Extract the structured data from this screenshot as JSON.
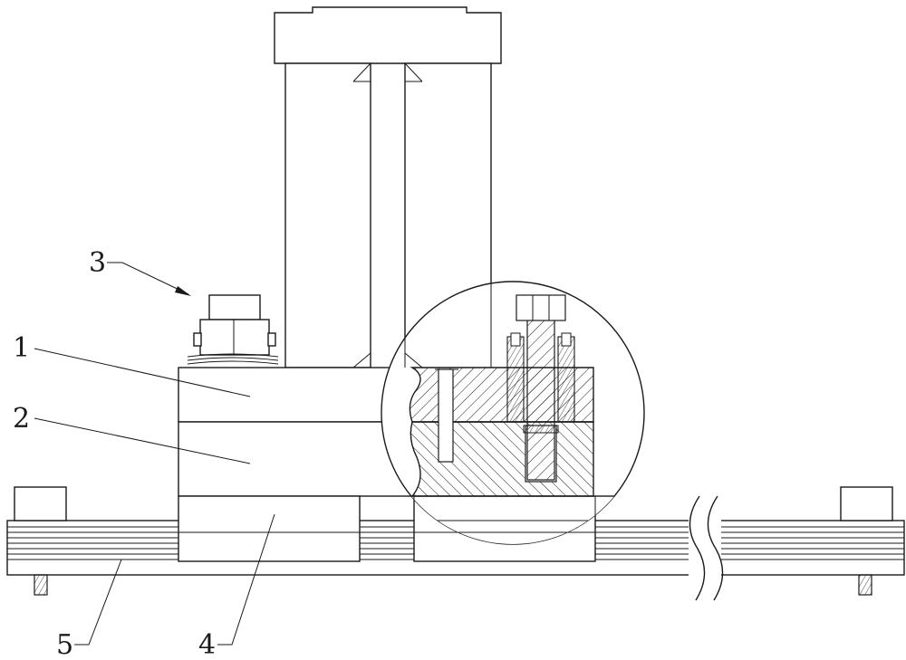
{
  "callouts": [
    {
      "id": "1",
      "text": "1"
    },
    {
      "id": "2",
      "text": "2"
    },
    {
      "id": "3",
      "text": "3"
    },
    {
      "id": "4",
      "text": "4"
    },
    {
      "id": "5",
      "text": "5"
    }
  ],
  "line_color": "#1a1a1a",
  "background": "#ffffff"
}
